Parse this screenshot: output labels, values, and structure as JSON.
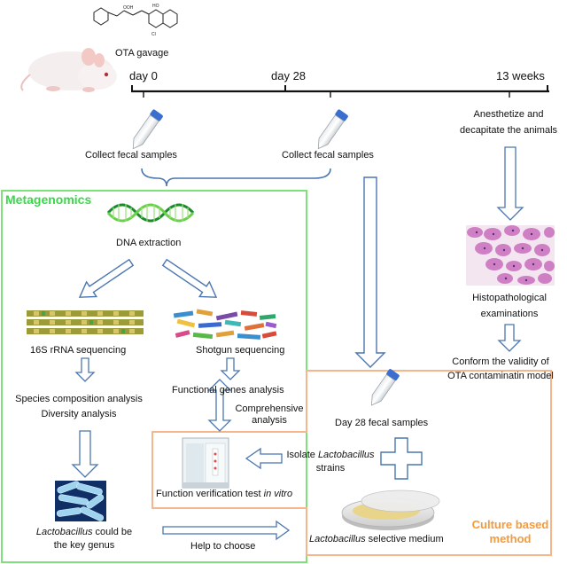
{
  "top": {
    "gavage_label": "OTA gavage",
    "timeline": {
      "day0": "day 0",
      "day28": "day 28",
      "week13": "13 weeks"
    }
  },
  "collect": {
    "left": "Collect fecal samples",
    "right": "Collect fecal samples"
  },
  "anesthetize": {
    "line1": "Anesthetize and",
    "line2": "decapitate the animals"
  },
  "metagenomics": {
    "title": "Metagenomics",
    "dna": "DNA extraction",
    "rrna": "16S rRNA sequencing",
    "shotgun": "Shotgun sequencing",
    "functional": "Functional genes analysis",
    "species": "Species composition analysis",
    "diversity": "Diversity analysis",
    "key_line1_italic": "Lactobacillus",
    "key_line1_rest": " could be",
    "key_line2": "the key genus"
  },
  "comprehensive": {
    "line1": "Comprehensive",
    "line2": "analysis"
  },
  "histo": {
    "line1": "Histopathological",
    "line2": "examinations",
    "conform1": "Conform the validity of",
    "conform2": "OTA contaminatin model"
  },
  "culture": {
    "title_line1": "Culture based",
    "title_line2": "method",
    "day28": "Day 28 fecal samples",
    "isolate_pre": "Isolate ",
    "isolate_italic": "Lactobacillus",
    "isolate_line2": "strains",
    "verify_pre": "Function verification test ",
    "verify_italic": "in vitro",
    "medium_italic": "Lactobacillus",
    "medium_rest": " selective medium",
    "help": "Help to choose"
  },
  "colors": {
    "metagenomics_border": "#7ee27a",
    "culture_border": "#f4b68a",
    "arrow": "#4a76b0"
  }
}
